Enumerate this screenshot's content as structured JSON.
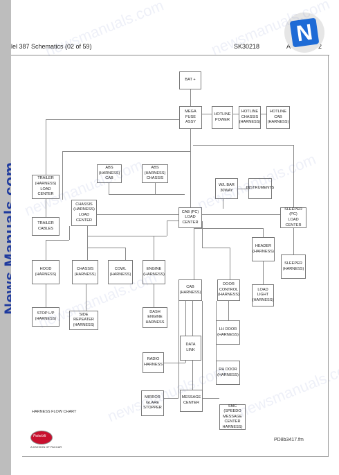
{
  "header": {
    "title": "lel 387 Schematics (02 of 59)",
    "doc_number": "SK30218",
    "rev_left": "A",
    "rev_right": "2"
  },
  "sidebar": {
    "label": "News Manuals.com"
  },
  "watermark": {
    "text": "newsmanuals.com"
  },
  "diagram": {
    "boxes": {
      "bat": "BAT +",
      "mega_fuse": "MEGA FUSE\nASSY",
      "hotline_power": "HOTLINE\nPOWER",
      "hotline_chassis": "HOTLINE\nCHASSIS\n(HARNESS)",
      "hotline_cab": "HOTLINE\nCAB\n(HARNESS)",
      "trailer_load_center": "TRAILER\n(HARNESS)\nLOAD\nCENTER",
      "trailer_cables": "TRAILER\nCABLES",
      "abs_cab": "ABS (HARNESS)\nCAB",
      "abs_chassis": "ABS (HARNESS)\nCHASSIS",
      "wl_bar": "W/L BAR\n30WAY",
      "instruments": "INSTRUMENTS",
      "chassis_load_center": "CHASSIS\n(HARNESS)\nLOAD\nCENTER",
      "cab_load_center": "CAB (PC)\nLOAD\nCENTER",
      "sleeper_load_center": "SLEEPER (PC)\nLOAD\nCENTER",
      "header": "HEADER\n(HARNESS)",
      "hood": "HOOD\n(HARNESS)",
      "chassis": "CHASSIS\n(HARNESS)",
      "cowl": "COWL\n(HARNESS)",
      "engine": "ENGINE\n(HARNESS)",
      "sleeper": "SLEEPER\n(HARNESS)",
      "cab": "CAB\n(HARNESS)",
      "door_control": "DOOR\nCONTROL\n(HARNESS)",
      "load_light": "LOAD\nLIGHT\n(HARNESS)",
      "stop_lp": "STOP L/P\n(HARNESS)",
      "side_repeater": "SIDE REPEATER\n(HARNESS)",
      "dash_engine": "DASH\nENGINE\nHARNESS",
      "lh_door": "LH DOOR\n(HARNESS)",
      "data_link": "DATA\nLINK",
      "radio": "RADIO\nHARNESS",
      "rh_door": "RH DOOR\n(HARNESS)",
      "mirror": "MIRROR\nGLARE\nSTOPPER",
      "message_center": "MESSAGE\nCENTER",
      "smc": "SMC (SPEEDO\nMESSAGE\nCENTER\nHARNESS)"
    }
  },
  "footer": {
    "flow_chart_label": "HARNESS FLOW CHART",
    "drawing_code": "PD8b3417.fm",
    "brand_script": "Peterbilt",
    "brand_tagline": "A DIVISION OF PACCAR"
  },
  "logo": {
    "letter": "N"
  },
  "colors": {
    "sidebar_text": "#1e3a9e",
    "logo_blue": "#1e6bd6",
    "brand_red": "#c8102e",
    "line": "#888888"
  }
}
